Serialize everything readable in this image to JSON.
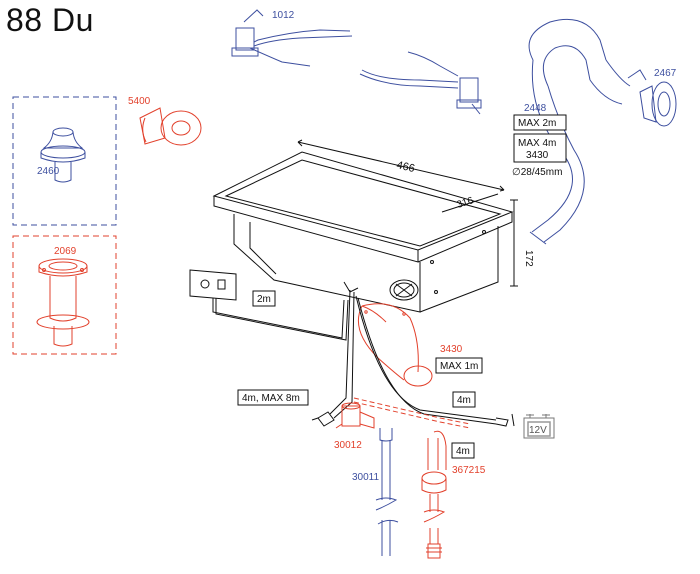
{
  "title": "88 Du",
  "colors": {
    "blue": "#3d4f9f",
    "red": "#e2412c",
    "black": "#111111",
    "gray": "#777777"
  },
  "parts": {
    "p1012": "1012",
    "p5400": "5400",
    "p2460": "2460",
    "p2069": "2069",
    "p2448": "2448",
    "p2467": "2467",
    "p3430": "3430",
    "p30012": "30012",
    "p30011": "30011",
    "p367215": "367215"
  },
  "dimensions": {
    "length": "466",
    "width": "316",
    "height": "172"
  },
  "labels": {
    "max2m": "MAX 2m",
    "max4m": "MAX 4m",
    "max4m_part": "3430",
    "diameter": "∅28/45mm",
    "max1m": "MAX 1m",
    "len2m": "2m",
    "len4m_max8m": "4m, MAX 8m",
    "len4m_a": "4m",
    "len4m_b": "4m",
    "voltage": "12V"
  }
}
